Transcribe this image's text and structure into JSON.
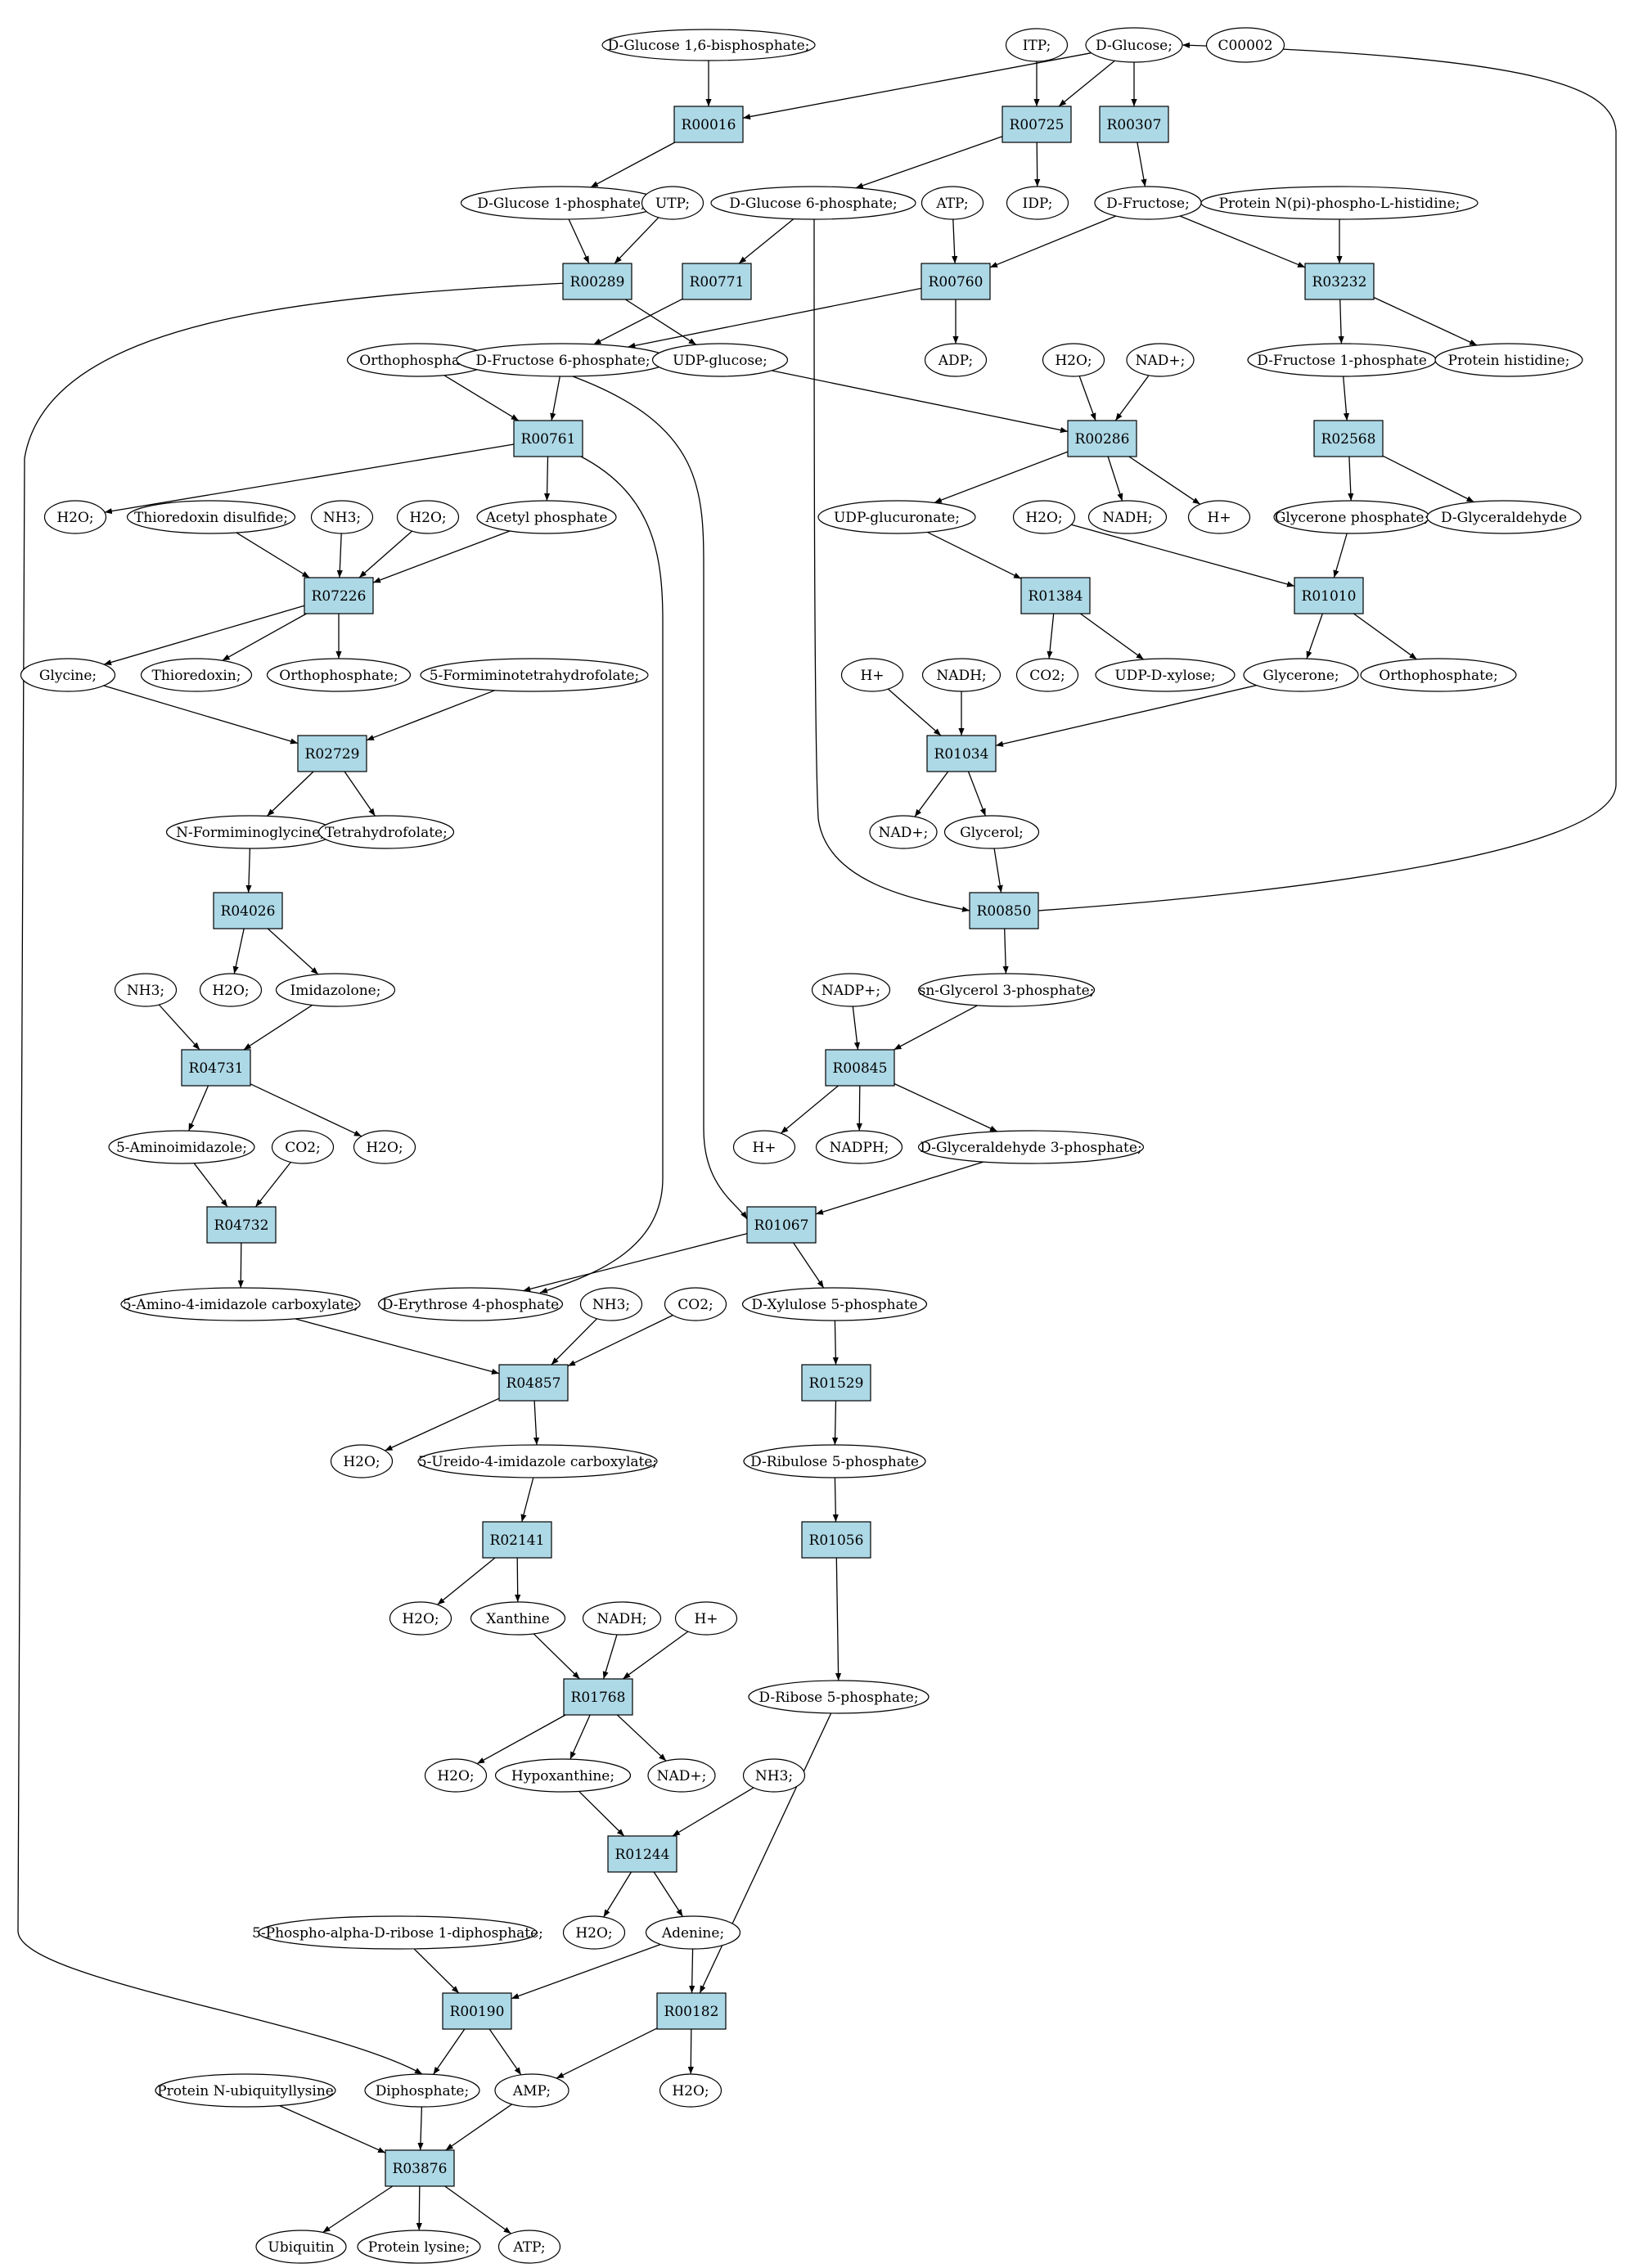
{
  "colors": {
    "reaction": "#add8e6",
    "highlight_green": "#00ff00",
    "highlight_yellow": "#ffff00"
  },
  "nodes": [
    {
      "id": "c_g16bp",
      "label": "D-Glucose 1,6-bisphosphate;",
      "shape": "ellipse"
    },
    {
      "id": "c_itp",
      "label": "ITP;",
      "shape": "ellipse"
    },
    {
      "id": "c_glucose",
      "label": "D-Glucose;",
      "shape": "ellipse",
      "fill": "highlight_green"
    },
    {
      "id": "c_c00002",
      "label": "C00002",
      "shape": "ellipse",
      "fill": "highlight_yellow"
    },
    {
      "id": "r_R00016",
      "label": "R00016",
      "shape": "box"
    },
    {
      "id": "r_R00725",
      "label": "R00725",
      "shape": "box"
    },
    {
      "id": "r_R00307",
      "label": "R00307",
      "shape": "box"
    },
    {
      "id": "c_g1p",
      "label": "D-Glucose 1-phosphate;",
      "shape": "ellipse"
    },
    {
      "id": "c_utp",
      "label": "UTP;",
      "shape": "ellipse"
    },
    {
      "id": "c_g6p",
      "label": "D-Glucose 6-phosphate;",
      "shape": "ellipse"
    },
    {
      "id": "c_idp",
      "label": "IDP;",
      "shape": "ellipse"
    },
    {
      "id": "c_atp1",
      "label": "ATP;",
      "shape": "ellipse"
    },
    {
      "id": "c_fructose",
      "label": "D-Fructose;",
      "shape": "ellipse"
    },
    {
      "id": "c_protnpi",
      "label": "Protein N(pi)-phospho-L-histidine;",
      "shape": "ellipse"
    },
    {
      "id": "r_R00289",
      "label": "R00289",
      "shape": "box"
    },
    {
      "id": "r_R00771",
      "label": "R00771",
      "shape": "box"
    },
    {
      "id": "r_R00760",
      "label": "R00760",
      "shape": "box"
    },
    {
      "id": "r_R03232",
      "label": "R03232",
      "shape": "box"
    },
    {
      "id": "c_orthop1",
      "label": "Orthophosphate;",
      "shape": "ellipse"
    },
    {
      "id": "c_f6p",
      "label": "D-Fructose 6-phosphate;",
      "shape": "ellipse"
    },
    {
      "id": "c_udpglc",
      "label": "UDP-glucose;",
      "shape": "ellipse"
    },
    {
      "id": "c_adp",
      "label": "ADP;",
      "shape": "ellipse"
    },
    {
      "id": "c_h2o_a",
      "label": "H2O;",
      "shape": "ellipse"
    },
    {
      "id": "c_nadp_a",
      "label": "NAD+;",
      "shape": "ellipse"
    },
    {
      "id": "c_f1p",
      "label": "D-Fructose 1-phosphate",
      "shape": "ellipse"
    },
    {
      "id": "c_prothis",
      "label": "Protein histidine;",
      "shape": "ellipse"
    },
    {
      "id": "r_R00761",
      "label": "R00761",
      "shape": "box"
    },
    {
      "id": "r_R00286",
      "label": "R00286",
      "shape": "box"
    },
    {
      "id": "r_R02568",
      "label": "R02568",
      "shape": "box"
    },
    {
      "id": "c_h2o_b",
      "label": "H2O;",
      "shape": "ellipse"
    },
    {
      "id": "c_thiods",
      "label": "Thioredoxin disulfide;",
      "shape": "ellipse"
    },
    {
      "id": "c_nh3_a",
      "label": "NH3;",
      "shape": "ellipse"
    },
    {
      "id": "c_h2o_c",
      "label": "H2O;",
      "shape": "ellipse"
    },
    {
      "id": "c_acetylp",
      "label": "Acetyl phosphate",
      "shape": "ellipse"
    },
    {
      "id": "c_udpglcur",
      "label": "UDP-glucuronate;",
      "shape": "ellipse"
    },
    {
      "id": "c_nadh_a",
      "label": "NADH;",
      "shape": "ellipse"
    },
    {
      "id": "c_hplus_a",
      "label": "H+",
      "shape": "ellipse"
    },
    {
      "id": "c_h2o_d",
      "label": "H2O;",
      "shape": "ellipse"
    },
    {
      "id": "c_glyceronep",
      "label": "Glycerone phosphate;",
      "shape": "ellipse"
    },
    {
      "id": "c_dglyald",
      "label": "D-Glyceraldehyde",
      "shape": "ellipse"
    },
    {
      "id": "r_R07226",
      "label": "R07226",
      "shape": "box"
    },
    {
      "id": "r_R01384",
      "label": "R01384",
      "shape": "box"
    },
    {
      "id": "r_R01010",
      "label": "R01010",
      "shape": "box"
    },
    {
      "id": "c_glycine",
      "label": "Glycine;",
      "shape": "ellipse"
    },
    {
      "id": "c_thioredoxin",
      "label": "Thioredoxin;",
      "shape": "ellipse"
    },
    {
      "id": "c_orthop2",
      "label": "Orthophosphate;",
      "shape": "ellipse"
    },
    {
      "id": "c_5fthf",
      "label": "5-Formiminotetrahydrofolate;",
      "shape": "ellipse"
    },
    {
      "id": "c_co2_a",
      "label": "CO2;",
      "shape": "ellipse"
    },
    {
      "id": "c_udpxyl",
      "label": "UDP-D-xylose;",
      "shape": "ellipse"
    },
    {
      "id": "c_hplus_b",
      "label": "H+",
      "shape": "ellipse"
    },
    {
      "id": "c_nadh_b",
      "label": "NADH;",
      "shape": "ellipse"
    },
    {
      "id": "c_glycerone",
      "label": "Glycerone;",
      "shape": "ellipse"
    },
    {
      "id": "c_orthop3",
      "label": "Orthophosphate;",
      "shape": "ellipse"
    },
    {
      "id": "r_R02729",
      "label": "R02729",
      "shape": "box"
    },
    {
      "id": "r_R01034",
      "label": "R01034",
      "shape": "box"
    },
    {
      "id": "c_nformgly",
      "label": "N-Formiminoglycine;",
      "shape": "ellipse"
    },
    {
      "id": "c_thf",
      "label": "Tetrahydrofolate;",
      "shape": "ellipse"
    },
    {
      "id": "c_nadp_b",
      "label": "NAD+;",
      "shape": "ellipse"
    },
    {
      "id": "c_glycerol",
      "label": "Glycerol;",
      "shape": "ellipse"
    },
    {
      "id": "r_R04026",
      "label": "R04026",
      "shape": "box"
    },
    {
      "id": "r_R00850",
      "label": "R00850",
      "shape": "box"
    },
    {
      "id": "c_nh3_b",
      "label": "NH3;",
      "shape": "ellipse"
    },
    {
      "id": "c_h2o_e",
      "label": "H2O;",
      "shape": "ellipse"
    },
    {
      "id": "c_imidazolone",
      "label": "Imidazolone;",
      "shape": "ellipse"
    },
    {
      "id": "c_nadpplus",
      "label": "NADP+;",
      "shape": "ellipse"
    },
    {
      "id": "c_sng3p",
      "label": "sn-Glycerol 3-phosphate;",
      "shape": "ellipse"
    },
    {
      "id": "r_R04731",
      "label": "R04731",
      "shape": "box"
    },
    {
      "id": "r_R00845",
      "label": "R00845",
      "shape": "box"
    },
    {
      "id": "c_5ai",
      "label": "5-Aminoimidazole;",
      "shape": "ellipse"
    },
    {
      "id": "c_co2_b",
      "label": "CO2;",
      "shape": "ellipse"
    },
    {
      "id": "c_h2o_f",
      "label": "H2O;",
      "shape": "ellipse"
    },
    {
      "id": "c_hplus_c",
      "label": "H+",
      "shape": "ellipse"
    },
    {
      "id": "c_nadph",
      "label": "NADPH;",
      "shape": "ellipse"
    },
    {
      "id": "c_ga3p",
      "label": "D-Glyceraldehyde 3-phosphate;",
      "shape": "ellipse"
    },
    {
      "id": "r_R04732",
      "label": "R04732",
      "shape": "box"
    },
    {
      "id": "r_R01067",
      "label": "R01067",
      "shape": "box"
    },
    {
      "id": "c_5a4ic",
      "label": "5-Amino-4-imidazole carboxylate;",
      "shape": "ellipse"
    },
    {
      "id": "c_e4p",
      "label": "D-Erythrose 4-phosphate",
      "shape": "ellipse"
    },
    {
      "id": "c_nh3_c",
      "label": "NH3;",
      "shape": "ellipse"
    },
    {
      "id": "c_co2_c",
      "label": "CO2;",
      "shape": "ellipse"
    },
    {
      "id": "c_x5p",
      "label": "D-Xylulose 5-phosphate",
      "shape": "ellipse"
    },
    {
      "id": "r_R04857",
      "label": "R04857",
      "shape": "box"
    },
    {
      "id": "r_R01529",
      "label": "R01529",
      "shape": "box"
    },
    {
      "id": "c_h2o_g",
      "label": "H2O;",
      "shape": "ellipse"
    },
    {
      "id": "c_5u4ic",
      "label": "5-Ureido-4-imidazole carboxylate;",
      "shape": "ellipse"
    },
    {
      "id": "c_ru5p",
      "label": "D-Ribulose 5-phosphate",
      "shape": "ellipse"
    },
    {
      "id": "r_R02141",
      "label": "R02141",
      "shape": "box"
    },
    {
      "id": "r_R01056",
      "label": "R01056",
      "shape": "box"
    },
    {
      "id": "c_h2o_h",
      "label": "H2O;",
      "shape": "ellipse"
    },
    {
      "id": "c_xanthine",
      "label": "Xanthine",
      "shape": "ellipse"
    },
    {
      "id": "c_nadh_c",
      "label": "NADH;",
      "shape": "ellipse"
    },
    {
      "id": "c_hplus_d",
      "label": "H+",
      "shape": "ellipse"
    },
    {
      "id": "c_r5p",
      "label": "D-Ribose 5-phosphate;",
      "shape": "ellipse"
    },
    {
      "id": "r_R01768",
      "label": "R01768",
      "shape": "box"
    },
    {
      "id": "c_h2o_i",
      "label": "H2O;",
      "shape": "ellipse"
    },
    {
      "id": "c_hypox",
      "label": "Hypoxanthine;",
      "shape": "ellipse"
    },
    {
      "id": "c_nadp_c",
      "label": "NAD+;",
      "shape": "ellipse"
    },
    {
      "id": "c_nh3_d",
      "label": "NH3;",
      "shape": "ellipse"
    },
    {
      "id": "r_R01244",
      "label": "R01244",
      "shape": "box"
    },
    {
      "id": "c_prpp",
      "label": "5-Phospho-alpha-D-ribose 1-diphosphate;",
      "shape": "ellipse"
    },
    {
      "id": "c_h2o_j",
      "label": "H2O;",
      "shape": "ellipse"
    },
    {
      "id": "c_adenine",
      "label": "Adenine;",
      "shape": "ellipse"
    },
    {
      "id": "r_R00190",
      "label": "R00190",
      "shape": "box"
    },
    {
      "id": "r_R00182",
      "label": "R00182",
      "shape": "box"
    },
    {
      "id": "c_protnub",
      "label": "Protein N-ubiquityllysine",
      "shape": "ellipse"
    },
    {
      "id": "c_diphos",
      "label": "Diphosphate;",
      "shape": "ellipse"
    },
    {
      "id": "c_amp",
      "label": "AMP;",
      "shape": "ellipse"
    },
    {
      "id": "c_h2o_k",
      "label": "H2O;",
      "shape": "ellipse"
    },
    {
      "id": "r_R03876",
      "label": "R03876",
      "shape": "box"
    },
    {
      "id": "c_ubiquitin",
      "label": "Ubiquitin",
      "shape": "ellipse"
    },
    {
      "id": "c_protlys",
      "label": "Protein lysine;",
      "shape": "ellipse"
    },
    {
      "id": "c_atp2",
      "label": "ATP;",
      "shape": "ellipse"
    }
  ],
  "edges": [
    [
      "c_glucose",
      "r_R00016"
    ],
    [
      "c_g16bp",
      "r_R00016"
    ],
    [
      "r_R00016",
      "c_g1p"
    ],
    [
      "c_itp",
      "r_R00725"
    ],
    [
      "c_glucose",
      "r_R00725"
    ],
    [
      "r_R00725",
      "c_g6p"
    ],
    [
      "r_R00725",
      "c_idp"
    ],
    [
      "c_glucose",
      "r_R00307"
    ],
    [
      "r_R00307",
      "c_fructose"
    ],
    [
      "c_g1p",
      "r_R00289"
    ],
    [
      "c_utp",
      "r_R00289"
    ],
    [
      "r_R00289",
      "c_udpglc"
    ],
    [
      "r_R00289",
      "c_diphos"
    ],
    [
      "c_g6p",
      "r_R00771"
    ],
    [
      "r_R00771",
      "c_f6p"
    ],
    [
      "c_g6p",
      "r_R00850"
    ],
    [
      "c_atp1",
      "r_R00760"
    ],
    [
      "c_fructose",
      "r_R00760"
    ],
    [
      "r_R00760",
      "c_adp"
    ],
    [
      "r_R00760",
      "c_f6p"
    ],
    [
      "c_fructose",
      "r_R03232"
    ],
    [
      "c_protnpi",
      "r_R03232"
    ],
    [
      "r_R03232",
      "c_f1p"
    ],
    [
      "r_R03232",
      "c_prothis"
    ],
    [
      "c_orthop1",
      "r_R00761"
    ],
    [
      "c_f6p",
      "r_R00761"
    ],
    [
      "c_f6p",
      "r_R01067"
    ],
    [
      "r_R00761",
      "c_h2o_b"
    ],
    [
      "r_R00761",
      "c_acetylp"
    ],
    [
      "r_R00761",
      "c_e4p"
    ],
    [
      "c_udpglc",
      "r_R00286"
    ],
    [
      "c_h2o_a",
      "r_R00286"
    ],
    [
      "c_nadp_a",
      "r_R00286"
    ],
    [
      "r_R00286",
      "c_udpglcur"
    ],
    [
      "r_R00286",
      "c_nadh_a"
    ],
    [
      "r_R00286",
      "c_hplus_a"
    ],
    [
      "c_f1p",
      "r_R02568"
    ],
    [
      "r_R02568",
      "c_glyceronep"
    ],
    [
      "r_R02568",
      "c_dglyald"
    ],
    [
      "c_thiods",
      "r_R07226"
    ],
    [
      "c_nh3_a",
      "r_R07226"
    ],
    [
      "c_h2o_c",
      "r_R07226"
    ],
    [
      "c_acetylp",
      "r_R07226"
    ],
    [
      "r_R07226",
      "c_glycine"
    ],
    [
      "r_R07226",
      "c_thioredoxin"
    ],
    [
      "r_R07226",
      "c_orthop2"
    ],
    [
      "c_udpglcur",
      "r_R01384"
    ],
    [
      "r_R01384",
      "c_co2_a"
    ],
    [
      "r_R01384",
      "c_udpxyl"
    ],
    [
      "c_h2o_d",
      "r_R01010"
    ],
    [
      "c_glyceronep",
      "r_R01010"
    ],
    [
      "r_R01010",
      "c_glycerone"
    ],
    [
      "r_R01010",
      "c_orthop3"
    ],
    [
      "c_glycine",
      "r_R02729"
    ],
    [
      "c_5fthf",
      "r_R02729"
    ],
    [
      "r_R02729",
      "c_nformgly"
    ],
    [
      "r_R02729",
      "c_thf"
    ],
    [
      "c_hplus_b",
      "r_R01034"
    ],
    [
      "c_nadh_b",
      "r_R01034"
    ],
    [
      "c_glycerone",
      "r_R01034"
    ],
    [
      "r_R01034",
      "c_nadp_b"
    ],
    [
      "r_R01034",
      "c_glycerol"
    ],
    [
      "c_nformgly",
      "r_R04026"
    ],
    [
      "r_R04026",
      "c_h2o_e"
    ],
    [
      "r_R04026",
      "c_imidazolone"
    ],
    [
      "c_glycerol",
      "r_R00850"
    ],
    [
      "r_R00850",
      "c_sng3p"
    ],
    [
      "r_R00850",
      "c_glucose"
    ],
    [
      "c_nh3_b",
      "r_R04731"
    ],
    [
      "c_imidazolone",
      "r_R04731"
    ],
    [
      "r_R04731",
      "c_5ai"
    ],
    [
      "r_R04731",
      "c_h2o_f"
    ],
    [
      "c_nadpplus",
      "r_R00845"
    ],
    [
      "c_sng3p",
      "r_R00845"
    ],
    [
      "r_R00845",
      "c_hplus_c"
    ],
    [
      "r_R00845",
      "c_nadph"
    ],
    [
      "r_R00845",
      "c_ga3p"
    ],
    [
      "c_5ai",
      "r_R04732"
    ],
    [
      "c_co2_b",
      "r_R04732"
    ],
    [
      "r_R04732",
      "c_5a4ic"
    ],
    [
      "c_ga3p",
      "r_R01067"
    ],
    [
      "r_R01067",
      "c_e4p"
    ],
    [
      "r_R01067",
      "c_x5p"
    ],
    [
      "c_5a4ic",
      "r_R04857"
    ],
    [
      "c_nh3_c",
      "r_R04857"
    ],
    [
      "c_co2_c",
      "r_R04857"
    ],
    [
      "r_R04857",
      "c_h2o_g"
    ],
    [
      "r_R04857",
      "c_5u4ic"
    ],
    [
      "c_x5p",
      "r_R01529"
    ],
    [
      "r_R01529",
      "c_ru5p"
    ],
    [
      "c_5u4ic",
      "r_R02141"
    ],
    [
      "r_R02141",
      "c_h2o_h"
    ],
    [
      "r_R02141",
      "c_xanthine"
    ],
    [
      "c_ru5p",
      "r_R01056"
    ],
    [
      "r_R01056",
      "c_r5p"
    ],
    [
      "c_xanthine",
      "r_R01768"
    ],
    [
      "c_nadh_c",
      "r_R01768"
    ],
    [
      "c_hplus_d",
      "r_R01768"
    ],
    [
      "r_R01768",
      "c_h2o_i"
    ],
    [
      "r_R01768",
      "c_hypox"
    ],
    [
      "r_R01768",
      "c_nadp_c"
    ],
    [
      "c_hypox",
      "r_R01244"
    ],
    [
      "c_nh3_d",
      "r_R01244"
    ],
    [
      "r_R01244",
      "c_h2o_j"
    ],
    [
      "r_R01244",
      "c_adenine"
    ],
    [
      "c_prpp",
      "r_R00190"
    ],
    [
      "c_adenine",
      "r_R00190"
    ],
    [
      "r_R00190",
      "c_diphos"
    ],
    [
      "r_R00190",
      "c_amp"
    ],
    [
      "c_adenine",
      "r_R00182"
    ],
    [
      "c_r5p",
      "r_R00182"
    ],
    [
      "r_R00182",
      "c_amp"
    ],
    [
      "r_R00182",
      "c_h2o_k"
    ],
    [
      "c_protnub",
      "r_R03876"
    ],
    [
      "c_diphos",
      "r_R03876"
    ],
    [
      "c_amp",
      "r_R03876"
    ],
    [
      "r_R03876",
      "c_ubiquitin"
    ],
    [
      "r_R03876",
      "c_protlys"
    ],
    [
      "r_R03876",
      "c_atp2"
    ]
  ]
}
